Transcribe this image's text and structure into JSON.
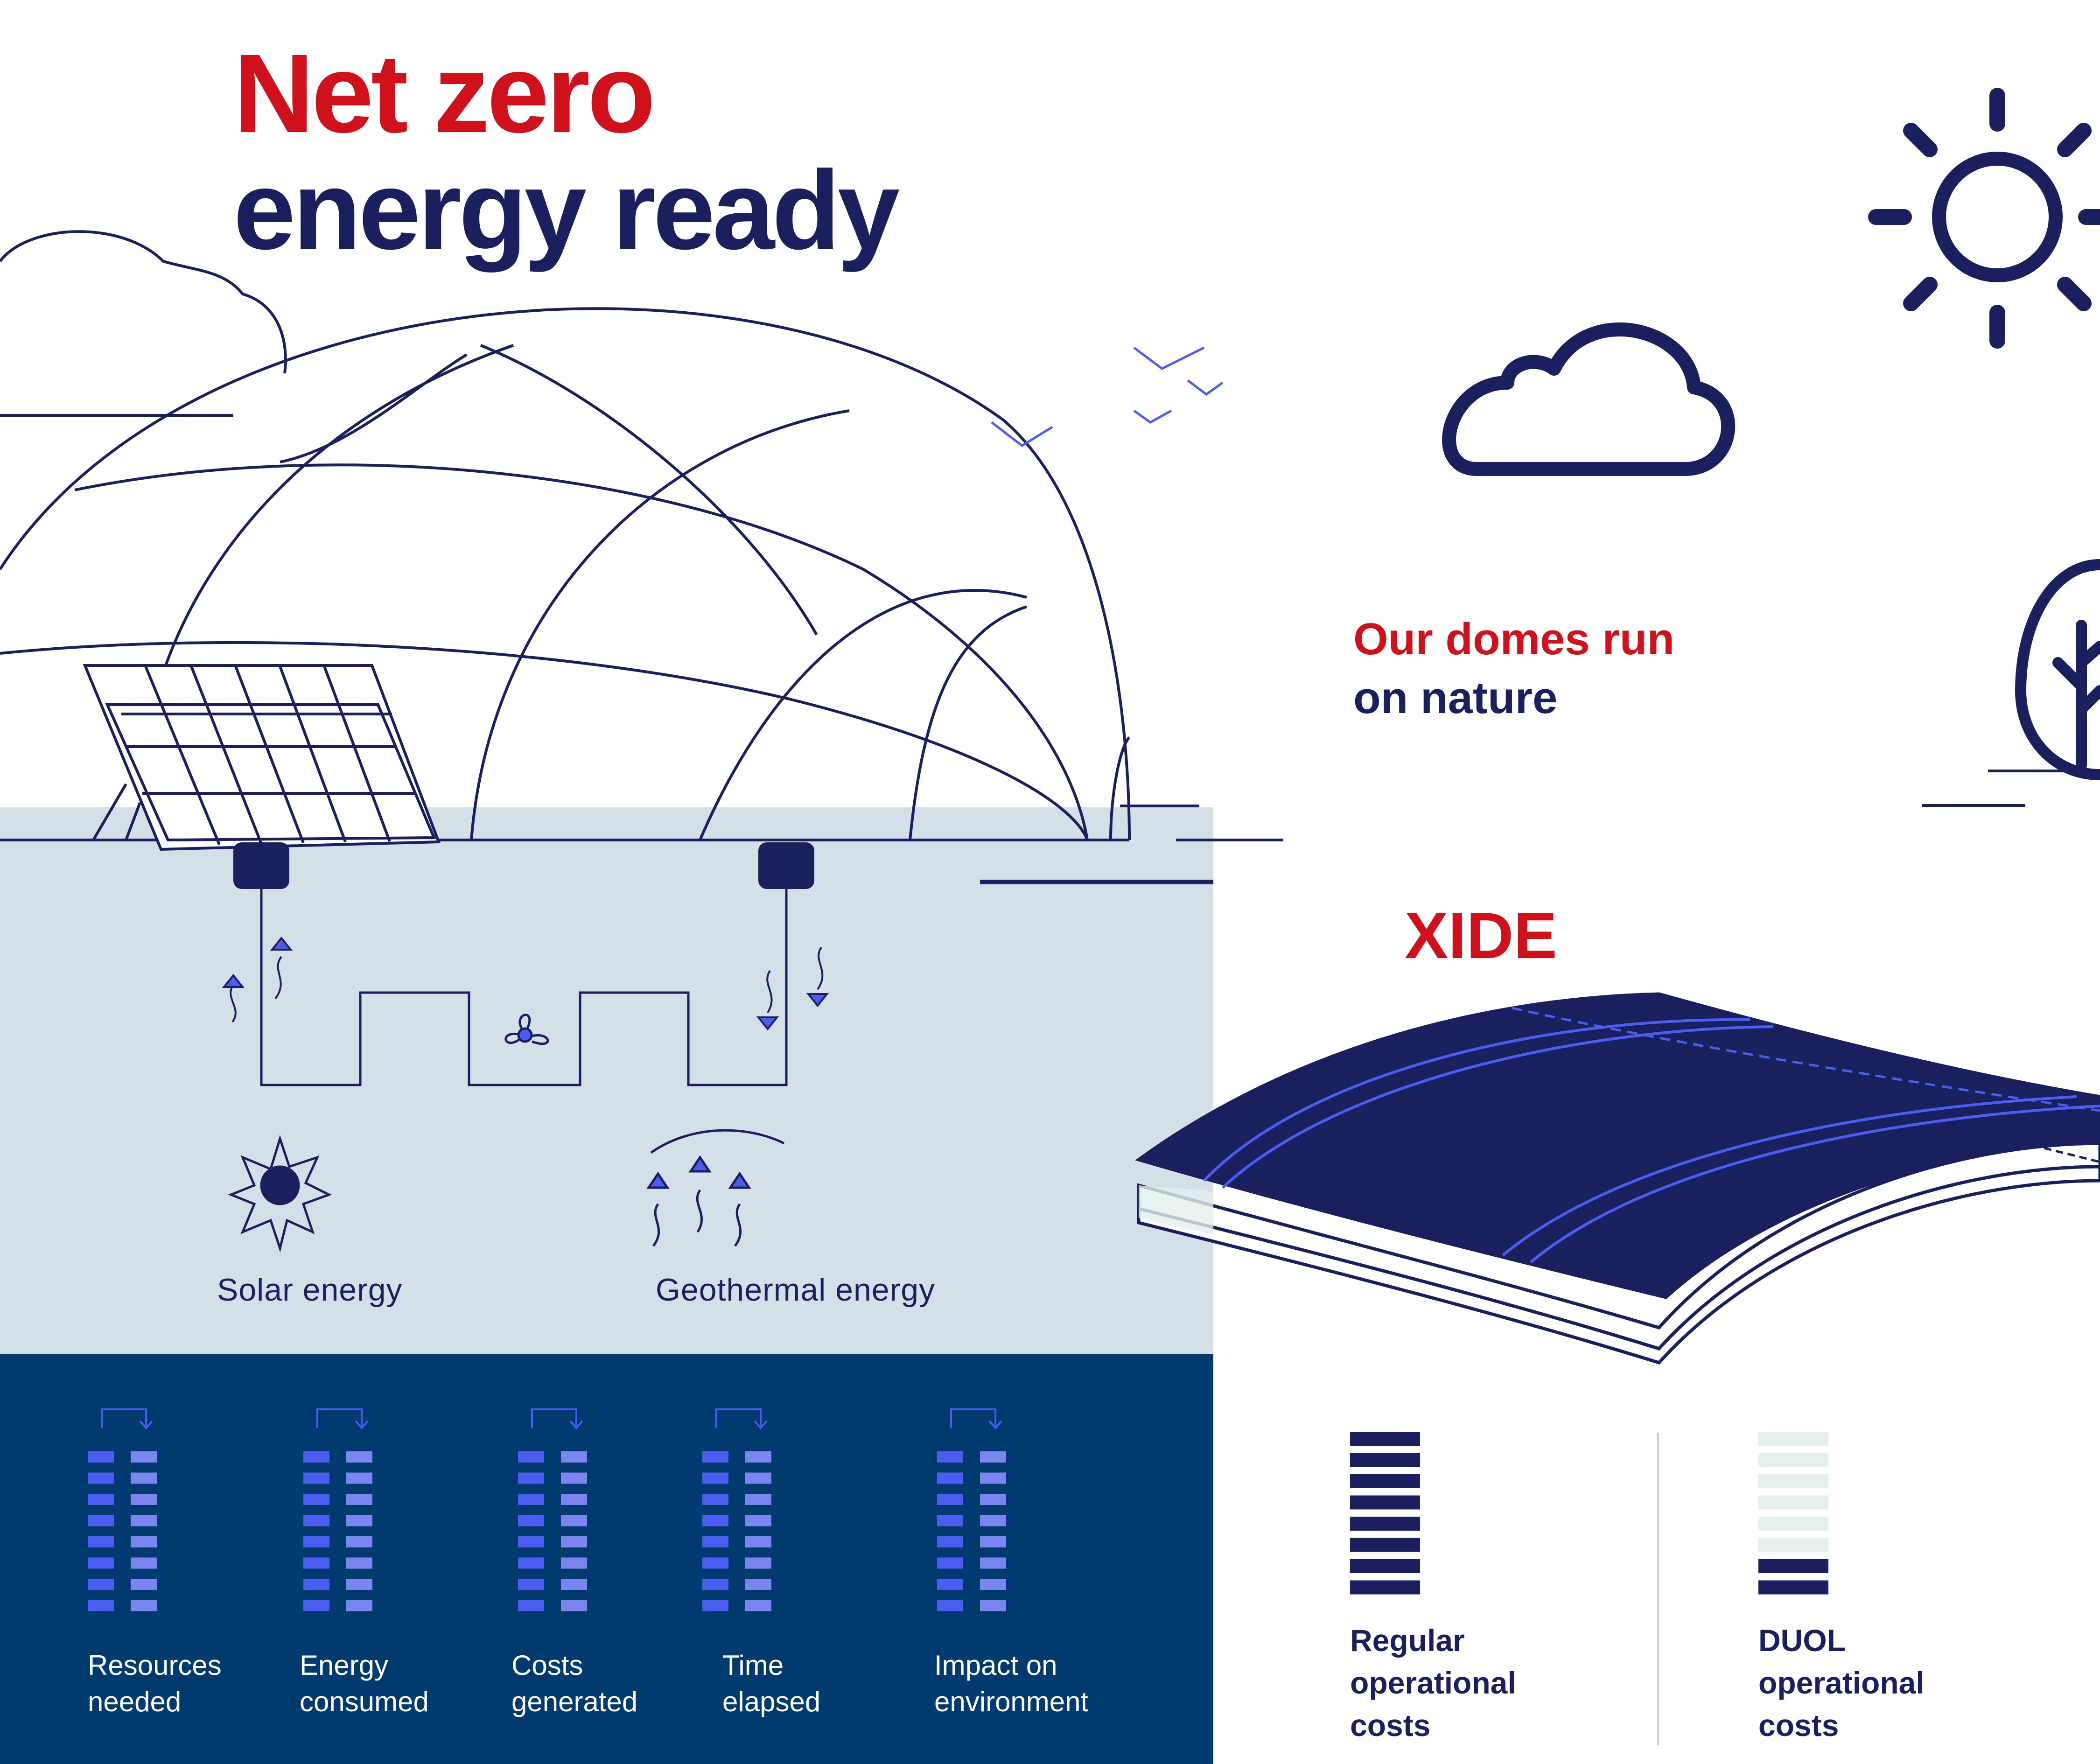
{
  "headline": {
    "line1": "Net zero",
    "line2": "energy ready"
  },
  "slogan": {
    "line1": "Our domes run",
    "line2": "on nature"
  },
  "brand": "XIDE",
  "energy_sources": [
    {
      "label": "Solar energy",
      "icon": "sun-icon"
    },
    {
      "label": "Geothermal energy",
      "icon": "geothermal-icon"
    }
  ],
  "metrics": [
    {
      "line1": "Resources",
      "line2": "needed"
    },
    {
      "line1": "Energy",
      "line2": "consumed"
    },
    {
      "line1": "Costs",
      "line2": "generated"
    },
    {
      "line1": "Time",
      "line2": "elapsed"
    },
    {
      "line1": "Impact on",
      "line2": "environment"
    }
  ],
  "cost_comparison": [
    {
      "line1": "Regular",
      "line2": "operational",
      "line3": "costs",
      "filled_segments": 8,
      "total_segments": 8
    },
    {
      "line1": "DUOL",
      "line2": "operational",
      "line3": "costs",
      "filled_segments": 2,
      "total_segments": 8
    }
  ],
  "colors": {
    "brand_red": "#d0111b",
    "navy": "#1a1f5e",
    "light_blue_panel": "#d3e0e8",
    "dark_blue_panel": "#003a6e",
    "accent_blue": "#4b5df0",
    "pale_mint": "#e3f0ec"
  }
}
